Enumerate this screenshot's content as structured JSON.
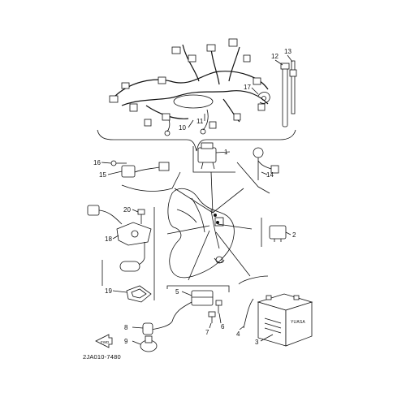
{
  "diagram": {
    "callouts": {
      "c1": "1",
      "c2": "2",
      "c3": "3",
      "c4": "4",
      "c5": "5",
      "c6": "6",
      "c7": "7",
      "c8": "8",
      "c9": "9",
      "c10": "10",
      "c11": "11",
      "c12": "12",
      "c13": "13",
      "c14": "14",
      "c15": "15",
      "c16": "16",
      "c17": "17",
      "c18": "18",
      "c19": "19",
      "c20": "20"
    },
    "catalog_code": "2JA010-7480",
    "fwd_mark": "FWD",
    "battery_badge": "YUASA"
  }
}
